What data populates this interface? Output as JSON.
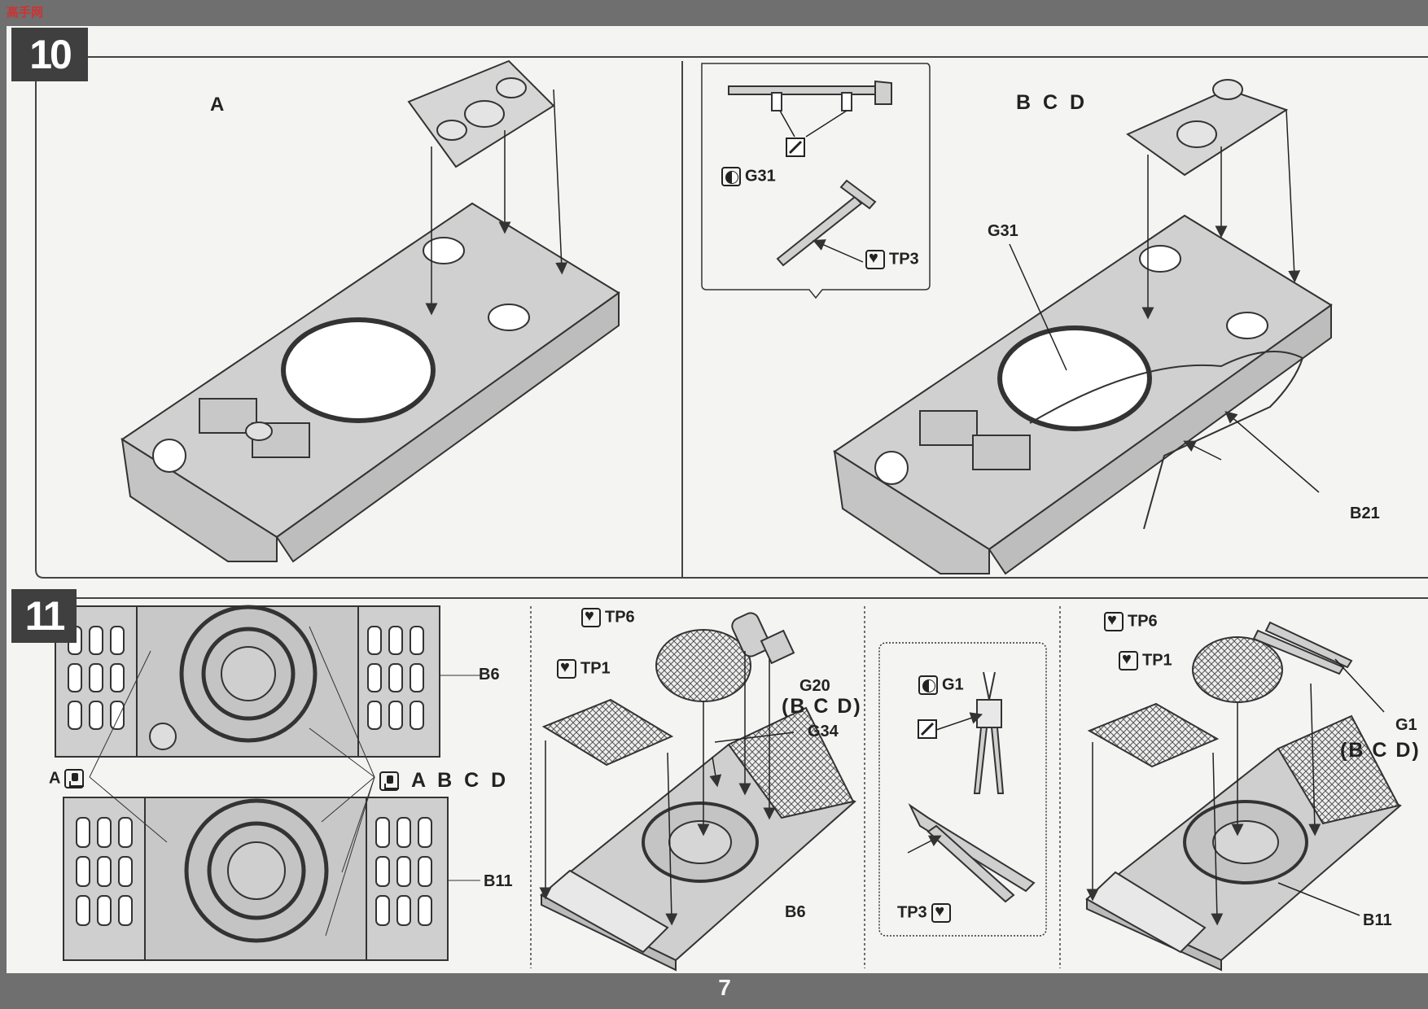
{
  "watermark": "高手网",
  "page_number": "7",
  "step10": {
    "number": "10",
    "view_a_label": "A",
    "view_bcd_label": "B C D",
    "callout": {
      "g31": "G31",
      "tp3": "TP3"
    },
    "parts": {
      "g31": "G31",
      "b21": "B21"
    }
  },
  "step11": {
    "number": "11",
    "left": {
      "b6": "B6",
      "b11": "B11",
      "a_label": "A",
      "abcd_label": "A B C D"
    },
    "mid": {
      "tp6": "TP6",
      "tp1": "TP1",
      "g20": "G20",
      "g20_variants": "(B C D)",
      "g34": "G34",
      "b6": "B6"
    },
    "callout": {
      "g1": "G1",
      "tp3": "TP3"
    },
    "right": {
      "tp6": "TP6",
      "tp1": "TP1",
      "g1": "G1",
      "g1_variants": "(B C D)",
      "b11": "B11"
    }
  }
}
